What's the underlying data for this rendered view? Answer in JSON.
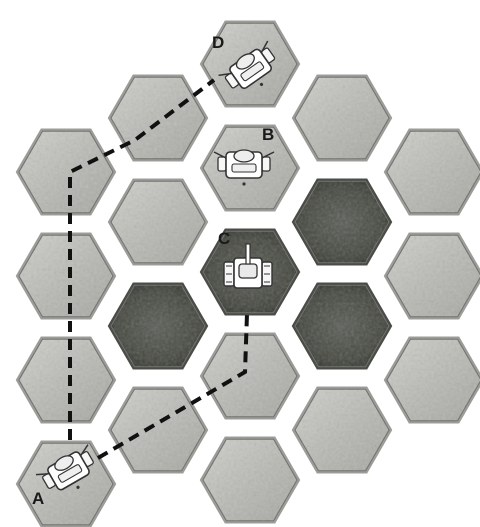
{
  "board": {
    "units": [
      {
        "id": "A",
        "label": "A"
      },
      {
        "id": "B",
        "label": "B"
      },
      {
        "id": "C",
        "label": "C"
      },
      {
        "id": "D",
        "label": "D"
      }
    ]
  },
  "colors": {
    "clear_terrain": "#b9bab5",
    "forest_terrain": "#4a4d47",
    "hex_edge": "#6d6e6a",
    "path_line": "#111111"
  }
}
